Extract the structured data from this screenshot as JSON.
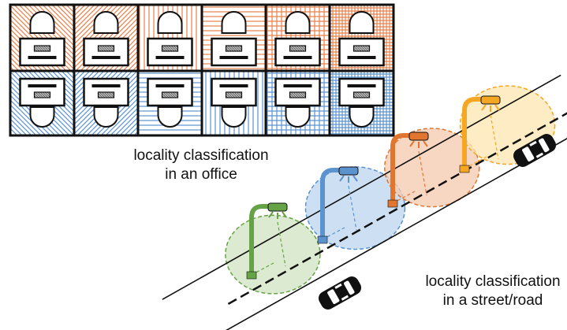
{
  "captions": {
    "office_line1": "locality classification",
    "office_line2": "in an office",
    "road_line1": "locality classification",
    "road_line2": "in a street/road"
  },
  "colors": {
    "orange": "#e8814a",
    "orange_light": "#f6c9ae",
    "blue": "#5b93cf",
    "blue_light": "#bcd6ef",
    "green": "#66a346",
    "green_light": "#cfe3c1",
    "dark_orange": "#e0762f",
    "yellow": "#f5a623",
    "yellow_light": "#fde6b0",
    "ink": "#111111"
  },
  "office": {
    "rows": [
      {
        "name": "top",
        "cells": [
          {
            "color": "orange",
            "pattern": "diag-left"
          },
          {
            "color": "orange",
            "pattern": "diag-right"
          },
          {
            "color": "orange",
            "pattern": "vertical"
          },
          {
            "color": "orange",
            "pattern": "horizontal"
          },
          {
            "color": "orange",
            "pattern": "grid"
          },
          {
            "color": "orange",
            "pattern": "fine-grid"
          }
        ]
      },
      {
        "name": "bottom",
        "cells": [
          {
            "color": "blue",
            "pattern": "diag-left"
          },
          {
            "color": "blue",
            "pattern": "diag-right"
          },
          {
            "color": "blue",
            "pattern": "horizontal"
          },
          {
            "color": "blue",
            "pattern": "vertical"
          },
          {
            "color": "blue",
            "pattern": "grid"
          },
          {
            "color": "blue",
            "pattern": "fine-grid"
          }
        ]
      }
    ]
  },
  "street": {
    "lamps": [
      {
        "name": "lamp-green",
        "color": "green",
        "fill": "green_light"
      },
      {
        "name": "lamp-blue",
        "color": "blue",
        "fill": "blue_light"
      },
      {
        "name": "lamp-orange",
        "color": "dark_orange",
        "fill": "orange_light"
      },
      {
        "name": "lamp-yellow",
        "color": "yellow",
        "fill": "yellow_light"
      }
    ],
    "cars": [
      "car-lower",
      "car-upper"
    ]
  }
}
